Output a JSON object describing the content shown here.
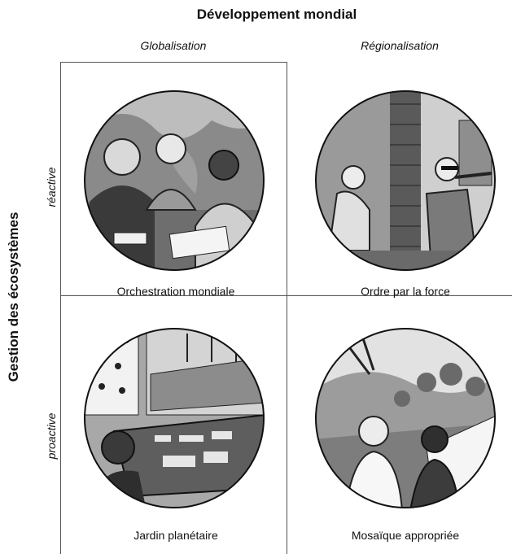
{
  "figure": {
    "top_title": "Développement mondial",
    "col_headers": [
      "Globalisation",
      "Régionalisation"
    ],
    "side_title": "Gestion des écosystèmes",
    "row_headers": [
      "réactive",
      "proactive"
    ],
    "quadrants": [
      {
        "label": "Orchestration mondiale",
        "image": "people-around-table-map-illustration"
      },
      {
        "label": "Ordre par la force",
        "image": "wall-divided-people-trumpet-illustration"
      },
      {
        "label": "Jardin planétaire",
        "image": "control-room-greenhouse-wind-turbines-illustration"
      },
      {
        "label": "Mosaïque appropriée",
        "image": "two-people-landscape-village-illustration"
      }
    ]
  }
}
